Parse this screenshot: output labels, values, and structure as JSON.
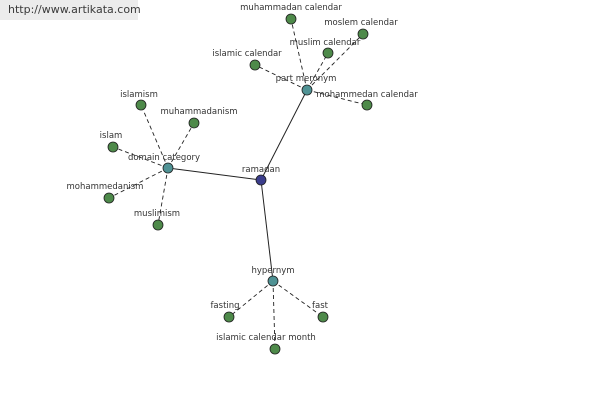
{
  "watermark": "http://www.artikata.com",
  "colors": {
    "root": "#3b3d8c",
    "relation": "#4f9294",
    "leaf": "#4e8a4a",
    "edge": "#222222",
    "stroke": "#1f1f1f"
  },
  "graph": {
    "root": {
      "id": "ramadan",
      "label": "ramadan"
    },
    "relations": [
      {
        "id": "part-meronym",
        "label": "part meronym",
        "leaves": [
          {
            "id": "muhammadan-calendar",
            "label": "muhammadan calendar"
          },
          {
            "id": "moslem-calendar",
            "label": "moslem calendar"
          },
          {
            "id": "muslim-calendar",
            "label": "muslim calendar"
          },
          {
            "id": "islamic-calendar",
            "label": "islamic calendar"
          },
          {
            "id": "mohammedan-calendar",
            "label": "mohammedan calendar"
          }
        ]
      },
      {
        "id": "domain-category",
        "label": "domain category",
        "leaves": [
          {
            "id": "islamism",
            "label": "islamism"
          },
          {
            "id": "muhammadanism",
            "label": "muhammadanism"
          },
          {
            "id": "islam",
            "label": "islam"
          },
          {
            "id": "mohammedanism",
            "label": "mohammedanism"
          },
          {
            "id": "muslimism",
            "label": "muslimism"
          }
        ]
      },
      {
        "id": "hypernym",
        "label": "hypernym",
        "leaves": [
          {
            "id": "fasting",
            "label": "fasting"
          },
          {
            "id": "fast",
            "label": "fast"
          },
          {
            "id": "islamic-calendar-month",
            "label": "islamic calendar month"
          }
        ]
      }
    ]
  }
}
